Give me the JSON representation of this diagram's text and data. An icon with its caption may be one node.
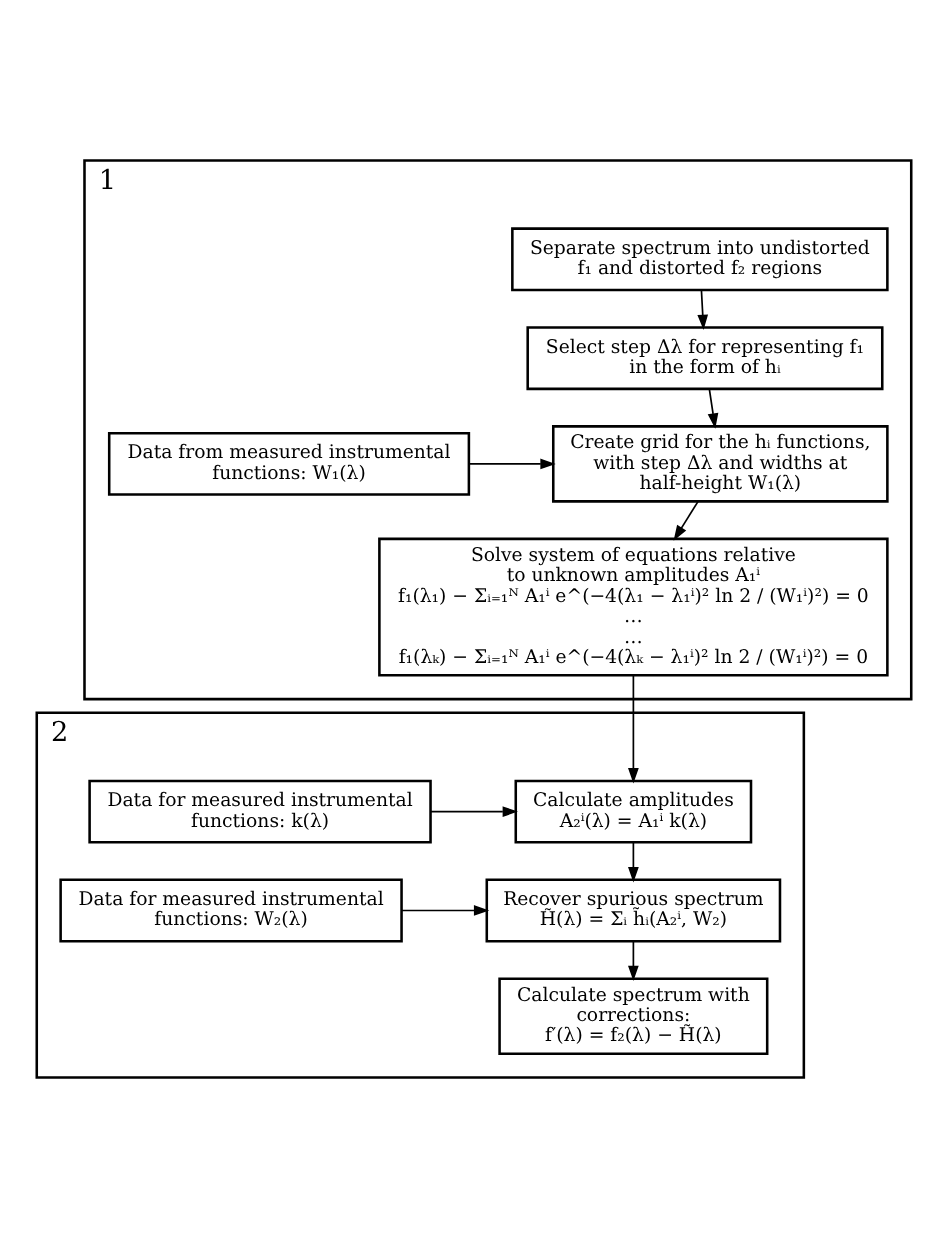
{
  "diagram": {
    "nodes": [
      {
        "text": [
          "1"
        ]
      },
      {
        "text": [
          "Separate spectrum into undistorted f₁ and distorted f₂ regions"
        ],
        "in": 0
      },
      {
        "text": [
          "Select step Δλ for representing f₁ in the form of hᵢ"
        ],
        "in": 0
      },
      {
        "text": [
          "Data from measured instrumental functions: W₁(λ)"
        ],
        "in": 0
      },
      {
        "text": [
          "Create grid for the hᵢ functions, with step Δλ and widths at half-height W₁(λ)"
        ],
        "in": 0
      },
      {
        "text": [
          "Solve system of equations relative to unknown amplitudes A₁ⁱ",
          "f₁(λ₁) − Σᵢ₌₁ᴺ A₁ⁱ e^(−4(λ₁ − λ₁ⁱ)² ln 2 / (W₁ⁱ)²) = 0",
          "…",
          "…",
          "f₁(λₖ) − Σᵢ₌₁ᴺ A₁ⁱ e^(−4(λₖ − λ₁ⁱ)² ln 2 / (W₁ⁱ)²) = 0"
        ],
        "in": 0
      },
      {
        "text": [
          "2"
        ]
      },
      {
        "text": [
          "Data for measured instrumental functions: k(λ)"
        ],
        "in": 6
      },
      {
        "text": [
          "Calculate amplitudes",
          "A₂ⁱ(λ) = A₁ⁱ k(λ)"
        ],
        "in": 6
      },
      {
        "text": [
          "Data for measured instrumental functions: W₂(λ)"
        ],
        "in": 6
      },
      {
        "text": [
          "Recover spurious spectrum",
          "H̃(λ) = Σᵢ h̃ᵢ(A₂ⁱ, W₂)"
        ],
        "in": 6
      },
      {
        "text": [
          "Calculate spectrum with corrections:",
          "f′(λ) = f₂(λ) − H̃(λ)"
        ],
        "in": 6
      }
    ],
    "edges": [
      {
        "from": 1,
        "to": 2,
        "arrow": "to"
      },
      {
        "from": 2,
        "to": 4,
        "arrow": "to"
      },
      {
        "from": 3,
        "to": 4,
        "arrow": "to"
      },
      {
        "from": 4,
        "to": 5,
        "arrow": "to"
      },
      {
        "from": 5,
        "to": 8,
        "arrow": "to"
      },
      {
        "from": 7,
        "to": 8,
        "arrow": "to"
      },
      {
        "from": 8,
        "to": 10,
        "arrow": "to"
      },
      {
        "from": 9,
        "to": 10,
        "arrow": "to"
      },
      {
        "from": 10,
        "to": 11,
        "arrow": "to"
      }
    ]
  }
}
